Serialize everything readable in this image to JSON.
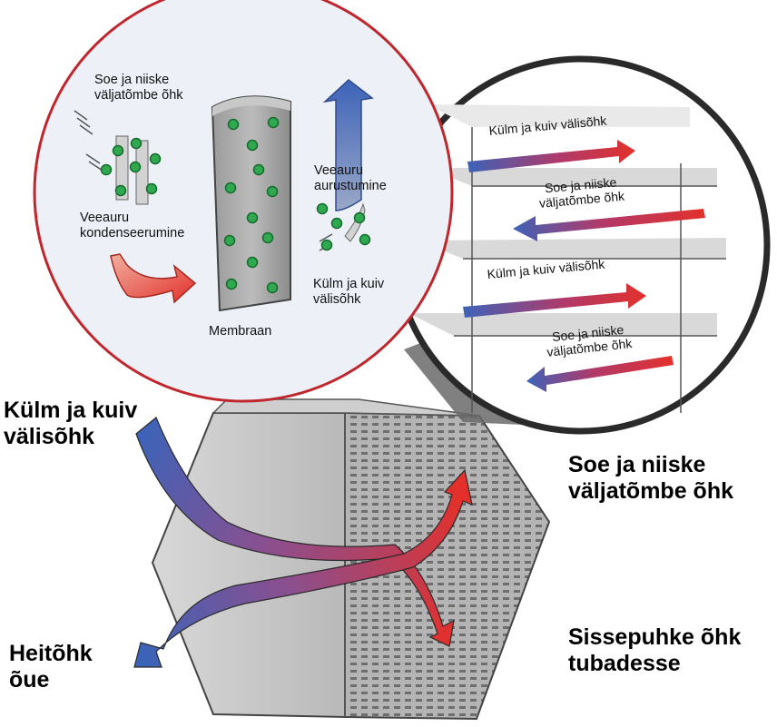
{
  "circle": {
    "warm_humid_top_line1": "Soe ja niiske",
    "warm_humid_top_line2": "väljatõmbe õhk",
    "condensation_line1": "Veeauru",
    "condensation_line2": "kondenseerumine",
    "membrane": "Membraan",
    "evaporation_line1": "Veeauru",
    "evaporation_line2": "aurustumine",
    "cold_dry_line1": "Külm ja kuiv",
    "cold_dry_line2": "välisõhk"
  },
  "layers": {
    "layer1": "Külm ja kuiv välisõhk",
    "layer2_line1": "Soe ja niiske",
    "layer2_line2": "väljatõmbe õhk",
    "layer3": "Külm ja kuiv välisõhk",
    "layer4_line1": "Soe ja niiske",
    "layer4_line2": "väljatõmbe õhk"
  },
  "exchanger": {
    "in_cold_line1": "Külm ja kuiv",
    "in_cold_line2": "välisõhk",
    "in_warm_line1": "Soe ja niiske",
    "in_warm_line2": "väljatõmbe õhk",
    "exhaust_line1": "Heitõhk",
    "exhaust_line2": "õue",
    "supply_line1": "Sissepuhke õhk",
    "supply_line2": "tubadesse"
  },
  "colors": {
    "cold": "#3d63b8",
    "warm": "#e3302b",
    "circle_border": "#c0272d",
    "droplet": "#2fa84f"
  }
}
